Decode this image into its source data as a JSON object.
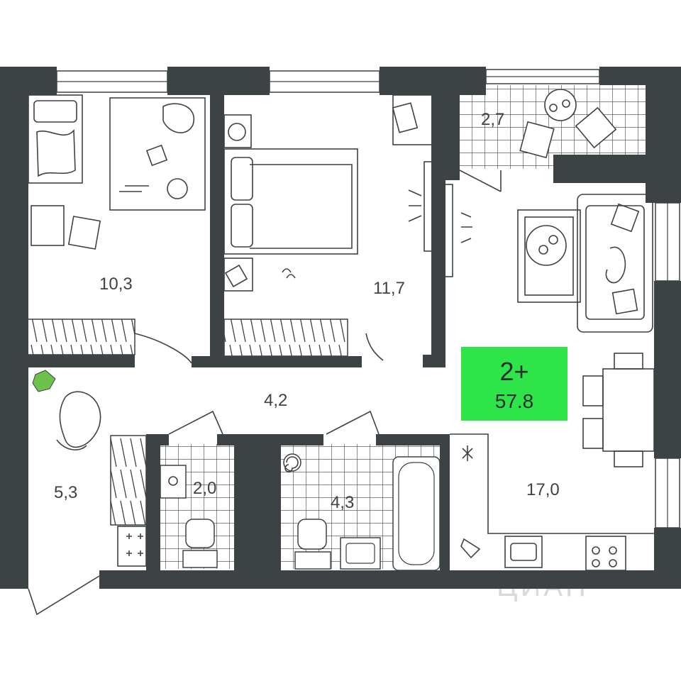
{
  "plan": {
    "badge": {
      "rooms": "2+",
      "total_area": "57.8",
      "color": "#2EE449"
    },
    "rooms": [
      {
        "id": "bedroom-left",
        "area": "10,3"
      },
      {
        "id": "bedroom-center",
        "area": "11,7"
      },
      {
        "id": "balcony",
        "area": "2,7"
      },
      {
        "id": "hallway",
        "area": "4,2"
      },
      {
        "id": "entrance",
        "area": "5,3"
      },
      {
        "id": "toilet",
        "area": "2,0"
      },
      {
        "id": "bathroom",
        "area": "4,3"
      },
      {
        "id": "kitchen-living",
        "area": "17,0"
      }
    ],
    "watermark": "ЦИАН",
    "colors": {
      "wall": "#3D4245",
      "plant": "#6CC24A"
    }
  }
}
